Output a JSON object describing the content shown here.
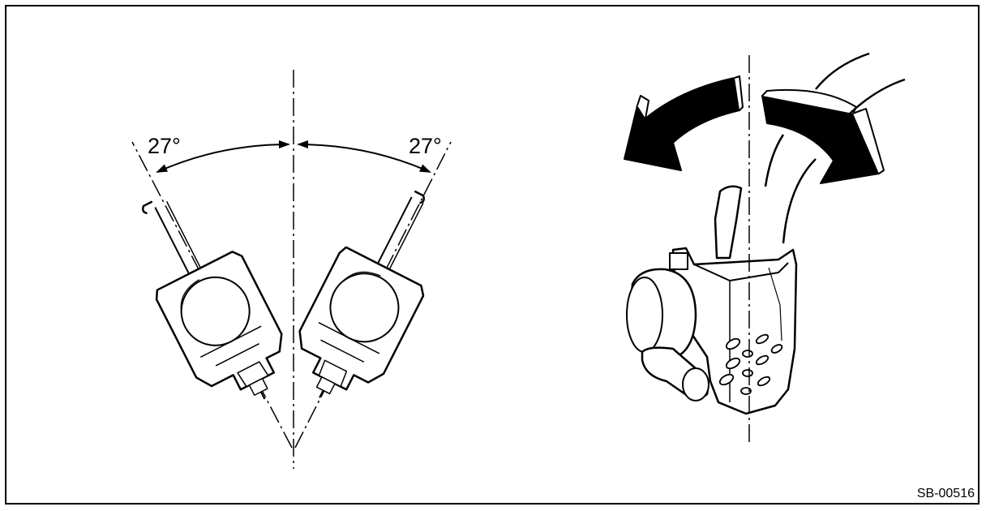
{
  "figure": {
    "left_angle_label": "27°",
    "right_angle_label": "27°",
    "reference_code": "SB-00516"
  },
  "colors": {
    "ink": "#000000",
    "paper": "#ffffff"
  },
  "icons": {
    "left_view": "sensor-tilted-left-icon",
    "right_view": "sensor-tilted-right-icon",
    "rotation": "curved-double-arrow-icon",
    "sensor_3d": "sensor-assembly-icon"
  }
}
